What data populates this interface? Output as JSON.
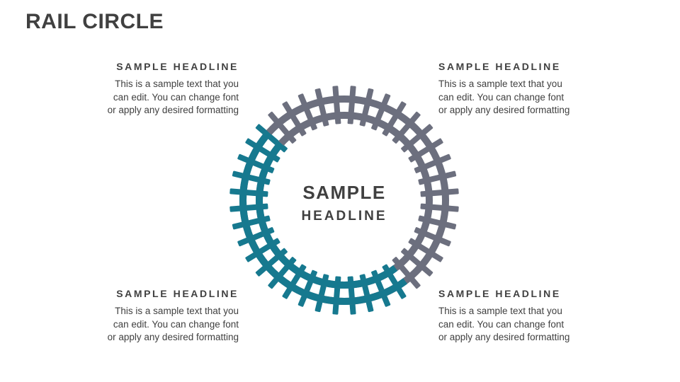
{
  "title": "RAIL CIRCLE",
  "colors": {
    "background": "#FFFFFF",
    "text": "#404040",
    "teal": "#16798F",
    "gray": "#6C6F7E"
  },
  "center": {
    "line1": "SAMPLE",
    "line2": "HEADLINE"
  },
  "blocks": [
    {
      "position": "top-left",
      "headline": "SAMPLE HEADLINE",
      "lines": [
        "This is a sample text that you",
        "can edit. You can change font",
        "or apply any desired formatting"
      ]
    },
    {
      "position": "top-right",
      "headline": "SAMPLE HEADLINE",
      "lines": [
        "This is a sample text that you",
        "can edit. You can change font",
        "or apply any desired formatting"
      ]
    },
    {
      "position": "bottom-left",
      "headline": "SAMPLE HEADLINE",
      "lines": [
        "This is a sample text that you",
        "can edit. You can change font",
        "or apply any desired formatting"
      ]
    },
    {
      "position": "bottom-right",
      "headline": "SAMPLE HEADLINE",
      "lines": [
        "This is a sample text that you",
        "can edit. You can change font",
        "or apply any desired formatting"
      ]
    }
  ]
}
